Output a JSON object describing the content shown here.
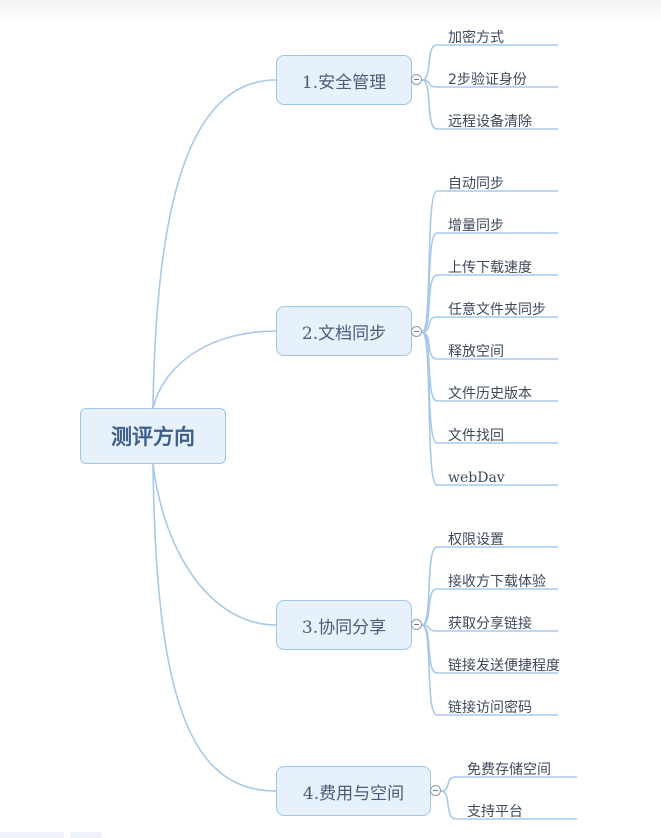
{
  "root": {
    "label": "测评方向"
  },
  "branches": [
    {
      "label": "1.安全管理",
      "children": [
        "加密方式",
        "2步验证身份",
        "远程设备清除"
      ]
    },
    {
      "label": "2.文档同步",
      "children": [
        "自动同步",
        "增量同步",
        "上传下载速度",
        "任意文件夹同步",
        "释放空间",
        "文件历史版本",
        "文件找回",
        "webDav"
      ]
    },
    {
      "label": "3.协同分享",
      "children": [
        "权限设置",
        "接收方下载体验",
        "获取分享链接",
        "链接发送便捷程度",
        "链接访问密码"
      ]
    },
    {
      "label": "4.费用与空间",
      "children": [
        "免费存储空间",
        "支持平台"
      ]
    }
  ],
  "colors": {
    "edge": "#a8c8ea",
    "node_fill": "#e6f1fb",
    "node_border": "#9ec6ea",
    "root_text": "#3f5f8f",
    "leaf_text": "#3d4a5c"
  }
}
